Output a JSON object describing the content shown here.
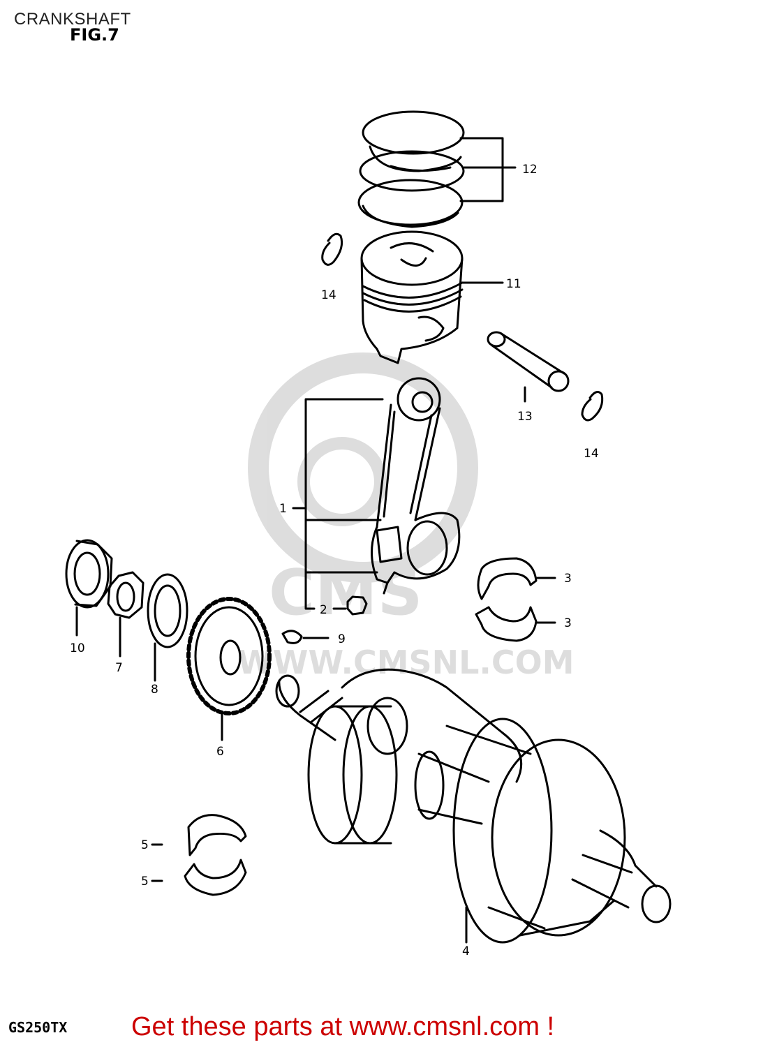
{
  "page_title": "CRANKSHAFT",
  "figure_label": "FIG.7",
  "model_code": "GS250TX",
  "watermark_text": "WWW.CMSNL.COM",
  "promo_text": "Get these parts at www.cmsnl.com !",
  "promo_color": "#cc0000",
  "callouts": {
    "c1": "1",
    "c2": "2",
    "c3a": "3",
    "c3b": "3",
    "c4": "4",
    "c5a": "5",
    "c5b": "5",
    "c6": "6",
    "c7": "7",
    "c8": "8",
    "c9": "9",
    "c10": "10",
    "c11": "11",
    "c12": "12",
    "c13": "13",
    "c14a": "14",
    "c14b": "14"
  }
}
